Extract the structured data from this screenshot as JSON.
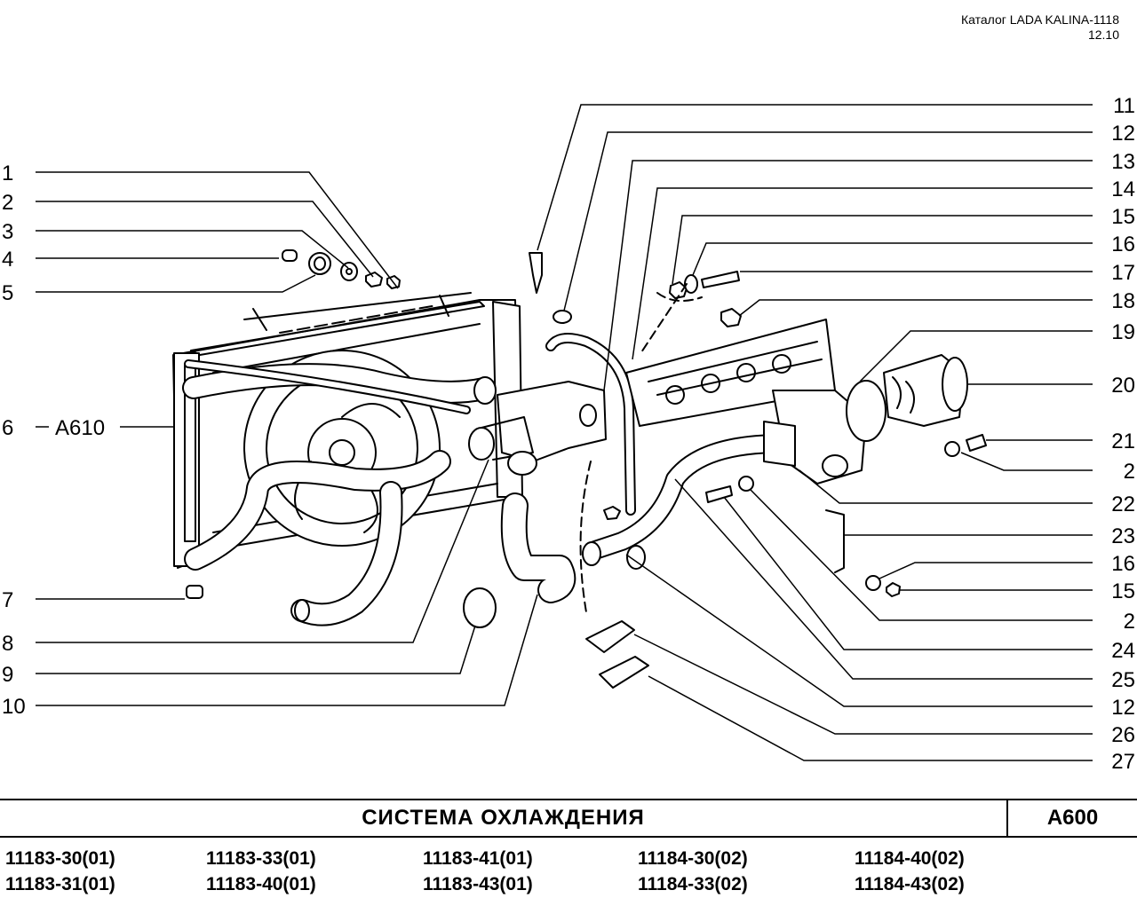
{
  "header": {
    "catalog": "Каталог LADA KALINA-1118",
    "date": "12.10"
  },
  "callouts_left": [
    "1",
    "2",
    "3",
    "4",
    "5",
    "6",
    "A610",
    "7",
    "8",
    "9",
    "10"
  ],
  "callouts_right": [
    "11",
    "12",
    "13",
    "14",
    "15",
    "16",
    "17",
    "18",
    "19",
    "20",
    "21",
    "2",
    "22",
    "23",
    "16",
    "15",
    "2",
    "24",
    "25",
    "12",
    "26",
    "27"
  ],
  "title": {
    "text": "СИСТЕМА   ОХЛАЖДЕНИЯ",
    "code": "A600"
  },
  "models": [
    [
      "11183-30(01)",
      "11183-31(01)"
    ],
    [
      "11183-33(01)",
      "11183-40(01)"
    ],
    [
      "11183-41(01)",
      "11183-43(01)"
    ],
    [
      "11184-30(02)",
      "11184-33(02)"
    ],
    [
      "11184-40(02)",
      "11184-43(02)"
    ]
  ]
}
